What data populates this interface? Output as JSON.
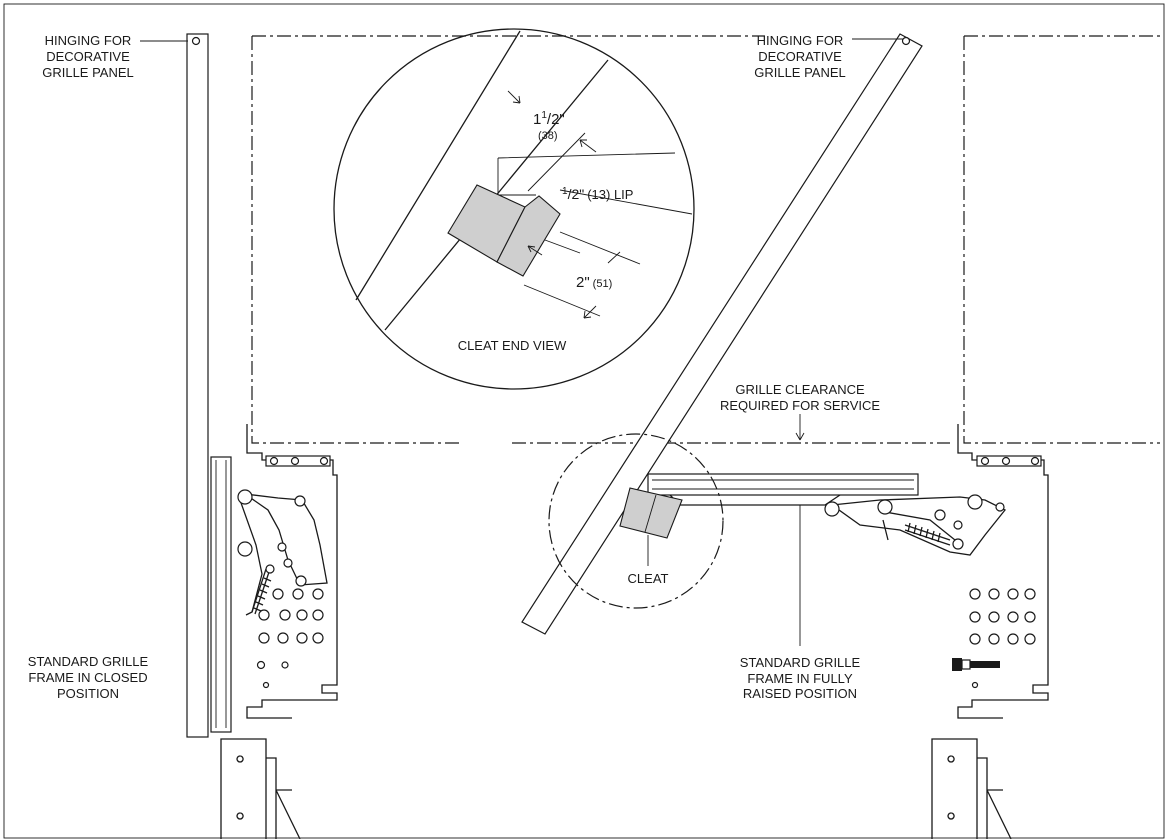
{
  "labels": {
    "hinging_left_1": "HINGING FOR",
    "hinging_left_2": "DECORATIVE",
    "hinging_left_3": "GRILLE PANEL",
    "hinging_right_1": "HINGING FOR",
    "hinging_right_2": "DECORATIVE",
    "hinging_right_3": "GRILLE PANEL",
    "closed_1": "STANDARD GRILLE",
    "closed_2": "FRAME IN CLOSED",
    "closed_3": "POSITION",
    "raised_1": "STANDARD GRILLE",
    "raised_2": "FRAME IN FULLY",
    "raised_3": "RAISED POSITION",
    "clearance_1": "GRILLE CLEARANCE",
    "clearance_2": "REQUIRED FOR SERVICE",
    "cleat": "CLEAT",
    "cleat_end_view": "CLEAT END VIEW",
    "dim_width_whole": "1",
    "dim_width_sup": "1",
    "dim_width_den": "/2\"",
    "dim_width_mm": "(38)",
    "dim_lip_sup": "1",
    "dim_lip_den": "/2\"",
    "dim_lip_text": "(13) LIP",
    "dim_depth": "2\"",
    "dim_depth_mm": "(51)"
  },
  "colors": {
    "line": "#1a1a1a",
    "cleat_fill": "#cfcfcf",
    "background": "#ffffff"
  }
}
